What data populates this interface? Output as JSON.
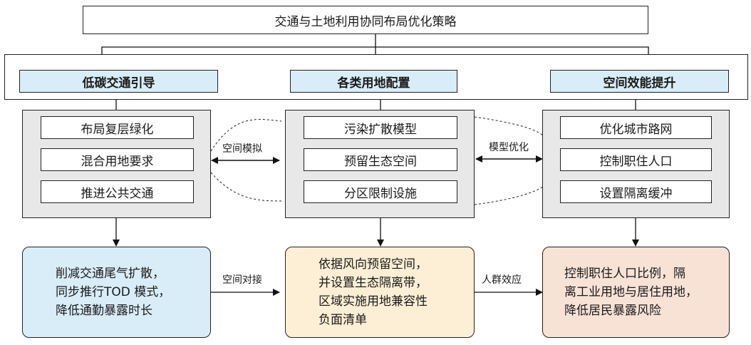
{
  "title": "交通与土地利用协同布局优化策略",
  "columns": [
    {
      "heading": "低碳交通引导",
      "items": [
        "布局复层绿化",
        "混合用地要求",
        "推进公共交通"
      ],
      "result": "削减交通尾气扩散，\n同步推行TOD 模式，\n降低通勤暴露时长",
      "result_color": "#d9edf8"
    },
    {
      "heading": "各类用地配置",
      "items": [
        "污染扩散模型",
        "预留生态空间",
        "分区限制设施"
      ],
      "result": "依据风向预留空间，\n并设置生态隔离带，\n区域实施用地兼容性\n负面清单",
      "result_color": "#fdefd6"
    },
    {
      "heading": "空间效能提升",
      "items": [
        "优化城市路网",
        "控制职住人口",
        "设置隔离缓冲"
      ],
      "result": "控制职住人口比例，隔\n离工业用地与居住用地，\n降低居民暴露风险",
      "result_color": "#f8e2d6"
    }
  ],
  "links": {
    "panel_1_2": "空间模拟",
    "panel_2_3": "模型优化",
    "result_1_2": "空间对接",
    "result_2_3": "人群效应"
  }
}
